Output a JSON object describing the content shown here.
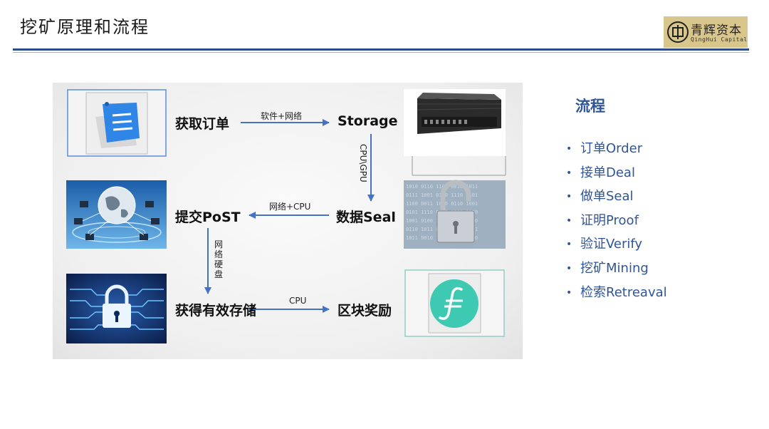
{
  "header": {
    "title": "挖矿原理和流程",
    "logo_cn": "青辉资本",
    "logo_en": "QingHui Capital"
  },
  "diagram": {
    "nodes": {
      "get_order": "获取订单",
      "storage": "Storage",
      "seal": "数据Seal",
      "post": "提交PoST",
      "valid_storage": "获得有效存储",
      "block_reward": "区块奖励"
    },
    "edges": {
      "order_to_storage": "软件+网络",
      "storage_to_seal": "CPU\\GPU",
      "seal_to_post": "网络+CPU",
      "post_to_valid": [
        "网",
        "络",
        "硬",
        "盘"
      ],
      "valid_to_reward": "CPU"
    }
  },
  "side": {
    "heading": "流程",
    "steps": [
      "订单Order",
      "接单Deal",
      "做单Seal",
      "证明Proof",
      "验证Verify",
      "挖矿Mining",
      "检索Retreaval"
    ]
  },
  "colors": {
    "accent": "#2f5597",
    "arrow": "#4472c4",
    "rule": "#2f4d8a"
  }
}
